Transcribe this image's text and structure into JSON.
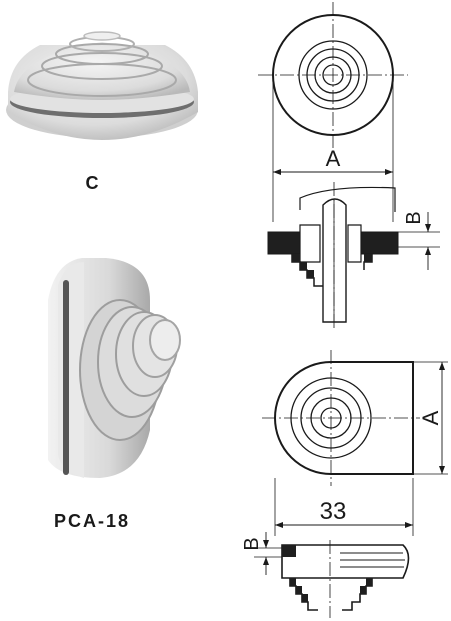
{
  "products": {
    "c": {
      "caption": "C"
    },
    "pca18": {
      "caption": "PCA-18"
    }
  },
  "drawing_top": {
    "dim_a": "A",
    "dim_b": "B"
  },
  "drawing_bottom": {
    "dim_a": "A",
    "dim_width": "33",
    "dim_b": "B"
  },
  "colors": {
    "ink": "#1a1a1a",
    "rubber_light": "#e6e6e6",
    "rubber_shadow": "#8c8c8c",
    "fill_dark": "#1f1f1f"
  }
}
